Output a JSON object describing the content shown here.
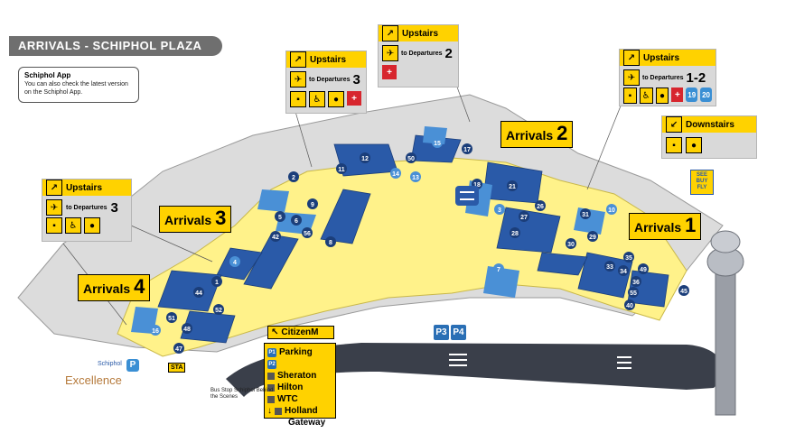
{
  "title": "ARRIVALS - SCHIPHOL PLAZA",
  "app_box": {
    "heading": "Schiphol App",
    "line1": "You can also check the latest version",
    "line2": "on the Schiphol App."
  },
  "panels": {
    "left": {
      "upstairs": "Upstairs",
      "to_departures": "to Departures",
      "number": "3"
    },
    "mid_left": {
      "upstairs": "Upstairs",
      "to_departures": "to Departures",
      "number": "3"
    },
    "mid": {
      "upstairs": "Upstairs",
      "to_departures": "to Departures",
      "number": "2"
    },
    "right": {
      "upstairs": "Upstairs",
      "to_departures": "to Departures",
      "number": "1-2",
      "badge1": "19",
      "badge2": "20"
    },
    "downstairs": {
      "label": "Downstairs"
    }
  },
  "arrivals": {
    "a1": {
      "word": "Arrivals",
      "num": "1"
    },
    "a2": {
      "word": "Arrivals",
      "num": "2"
    },
    "a3": {
      "word": "Arrivals",
      "num": "3"
    },
    "a4": {
      "word": "Arrivals",
      "num": "4"
    }
  },
  "see_buy_fly": "SEE BUY FLY",
  "citizenm": "CitizenM",
  "hotels": {
    "parking": "Parking",
    "p1": "P1",
    "p2": "P2",
    "items": [
      "Sheraton",
      "Hilton",
      "WTC",
      "Holland",
      "Gateway"
    ]
  },
  "park_badges": [
    "P3",
    "P4"
  ],
  "bus_stop": "Bus Stop Schiphol Behind the Scenes",
  "sta": "STA",
  "logo": {
    "brand": "Schiphol",
    "sub": "Excellence",
    "p": "P"
  },
  "shop_numbers": {
    "n11": "11",
    "n12": "12",
    "n14": "14",
    "n15": "15",
    "n17": "17",
    "n18": "18",
    "n8": "8",
    "n21": "21",
    "n27": "27",
    "n26": "26",
    "n28": "28",
    "n3": "3",
    "n29": "29",
    "n30": "30",
    "n31": "31",
    "n33": "33",
    "n34": "34",
    "n35": "35",
    "n36": "36",
    "n40": "40",
    "n42": "42",
    "n44": "44",
    "n45": "45",
    "n47": "47",
    "n48": "48",
    "n49": "49",
    "n50": "50",
    "n51": "51",
    "n52": "52",
    "n55": "55",
    "n56": "56",
    "n1": "1",
    "n2": "2",
    "n4": "4",
    "n5": "5",
    "n6": "6",
    "n7": "7",
    "n9": "9",
    "n10": "10",
    "n13": "13",
    "n16": "16"
  },
  "colors": {
    "terminal_yellow": "#fff28a",
    "gate_blue": "#2a5aa8",
    "sign_yellow": "#ffd200",
    "road": "#3a3f4a",
    "grey": "#d9d9d9"
  }
}
